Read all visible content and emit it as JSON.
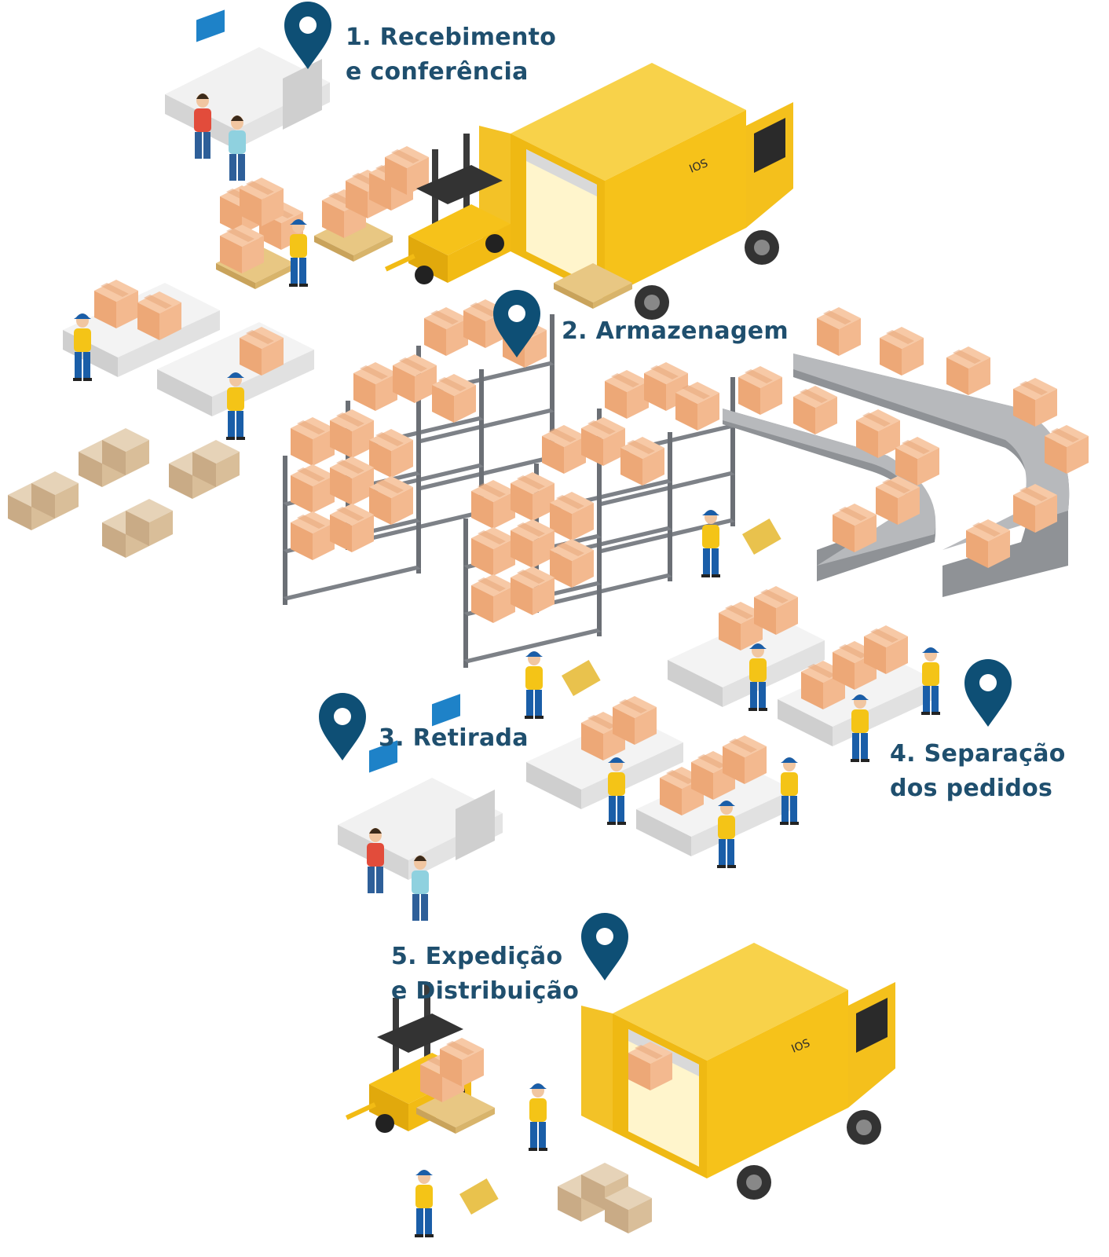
{
  "colors": {
    "pin": "#0e4f75",
    "label": "#1f4f6e",
    "truck": "#f6c21a",
    "worker_shirt": "#f4c417",
    "worker_pants": "#1a5ea8",
    "box": "#f2b58e",
    "kraft_box": "#d4b996",
    "shelf": "#6b6f75",
    "conveyor": "#8f9296"
  },
  "steps": [
    {
      "line1": "1. Recebimento",
      "line2": "e conferência"
    },
    {
      "line1": "2. Armazenagem",
      "line2": ""
    },
    {
      "line1": "3. Retirada",
      "line2": ""
    },
    {
      "line1": "4. Separação",
      "line2": "dos pedidos"
    },
    {
      "line1": "5. Expedição",
      "line2": "e Distribuição"
    }
  ],
  "icons": {
    "pin": "map-pin-icon",
    "truck": "truck-icon",
    "forklift": "forklift-icon",
    "worker": "worker-icon",
    "box": "box-icon",
    "shelf": "shelf-icon",
    "conveyor": "conveyor-icon",
    "desk": "desk-icon"
  }
}
